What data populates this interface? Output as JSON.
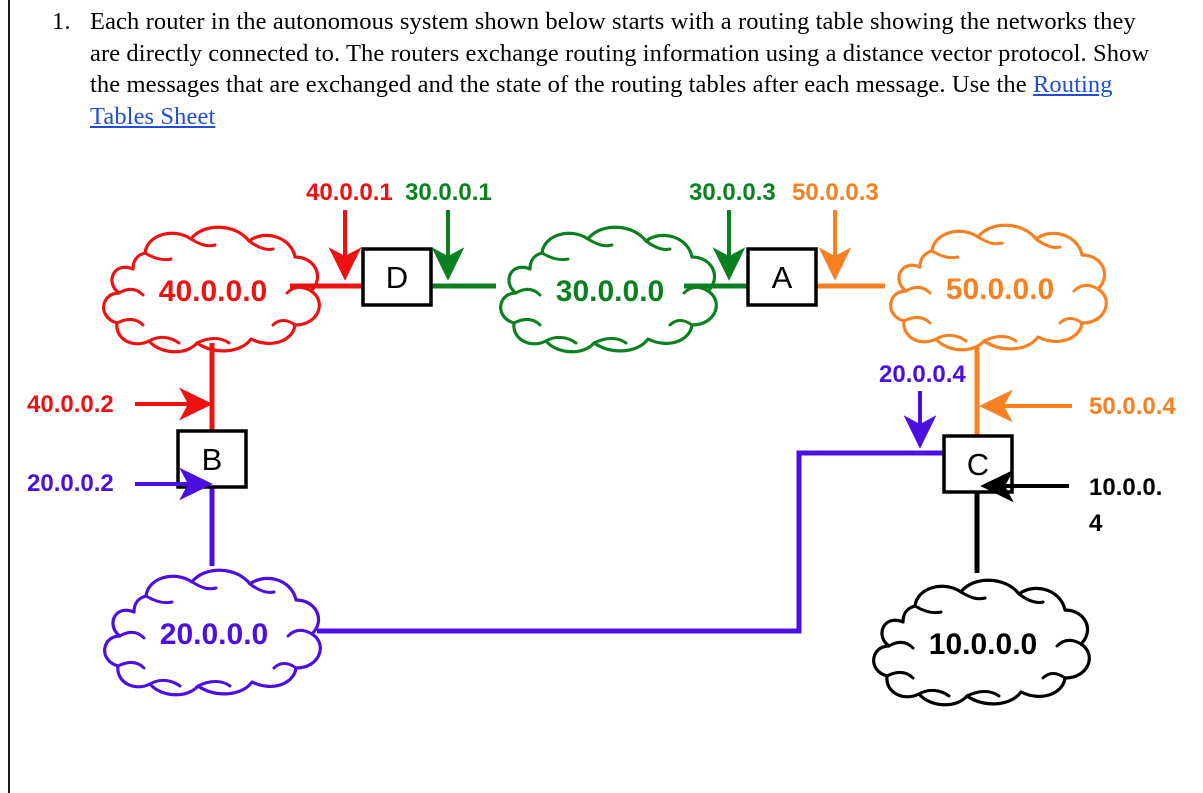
{
  "page": {
    "title": "Distance vector routing exercise"
  },
  "question": {
    "number": "1.",
    "text_before_link": "Each router in the autonomous system shown below starts with a routing table showing the networks they are directly connected to. The routers exchange routing information using a distance vector protocol. Show the messages that are exchanged and the state of the routing tables after each message. Use the ",
    "link_text": "Routing Tables Sheet"
  },
  "colors": {
    "red": "#EE1111",
    "green": "#0A8021",
    "orange": "#F98020",
    "purple": "#4B0FE0",
    "black": "#000000",
    "link_blue": "#1E4FD8"
  },
  "diagram": {
    "networks": [
      {
        "id": "net-40",
        "label": "40.0.0.0",
        "color": "#EE1111"
      },
      {
        "id": "net-30",
        "label": "30.0.0.0",
        "color": "#0A8021"
      },
      {
        "id": "net-50",
        "label": "50.0.0.0",
        "color": "#F98020"
      },
      {
        "id": "net-20",
        "label": "20.0.0.0",
        "color": "#4B0FE0"
      },
      {
        "id": "net-10",
        "label": "10.0.0.0",
        "color": "#000000"
      }
    ],
    "routers": [
      {
        "id": "router-d",
        "label": "D"
      },
      {
        "id": "router-a",
        "label": "A"
      },
      {
        "id": "router-b",
        "label": "B"
      },
      {
        "id": "router-c",
        "label": "C"
      }
    ],
    "interfaces": [
      {
        "id": "iface-40-0-0-1",
        "label": "40.0.0.1",
        "color": "#EE1111",
        "router": "D",
        "network": "40.0.0.0"
      },
      {
        "id": "iface-30-0-0-1",
        "label": "30.0.0.1",
        "color": "#0A8021",
        "router": "D",
        "network": "30.0.0.0"
      },
      {
        "id": "iface-30-0-0-3",
        "label": "30.0.0.3",
        "color": "#0A8021",
        "router": "A",
        "network": "30.0.0.0"
      },
      {
        "id": "iface-50-0-0-3",
        "label": "50.0.0.3",
        "color": "#F98020",
        "router": "A",
        "network": "50.0.0.0"
      },
      {
        "id": "iface-40-0-0-2",
        "label": "40.0.0.2",
        "color": "#EE1111",
        "router": "B",
        "network": "40.0.0.0"
      },
      {
        "id": "iface-20-0-0-2",
        "label": "20.0.0.2",
        "color": "#4B0FE0",
        "router": "B",
        "network": "20.0.0.0"
      },
      {
        "id": "iface-20-0-0-4",
        "label": "20.0.0.4",
        "color": "#4B0FE0",
        "router": "C",
        "network": "20.0.0.0"
      },
      {
        "id": "iface-50-0-0-4",
        "label": "50.0.0.4",
        "color": "#F98020",
        "router": "C",
        "network": "50.0.0.0"
      },
      {
        "id": "iface-10-0-0-4-line1",
        "label": "10.0.0.",
        "color": "#000000",
        "router": "C",
        "network": "10.0.0.0"
      },
      {
        "id": "iface-10-0-0-4-line2",
        "label": "4",
        "color": "#000000",
        "router": "C",
        "network": "10.0.0.0"
      }
    ]
  }
}
